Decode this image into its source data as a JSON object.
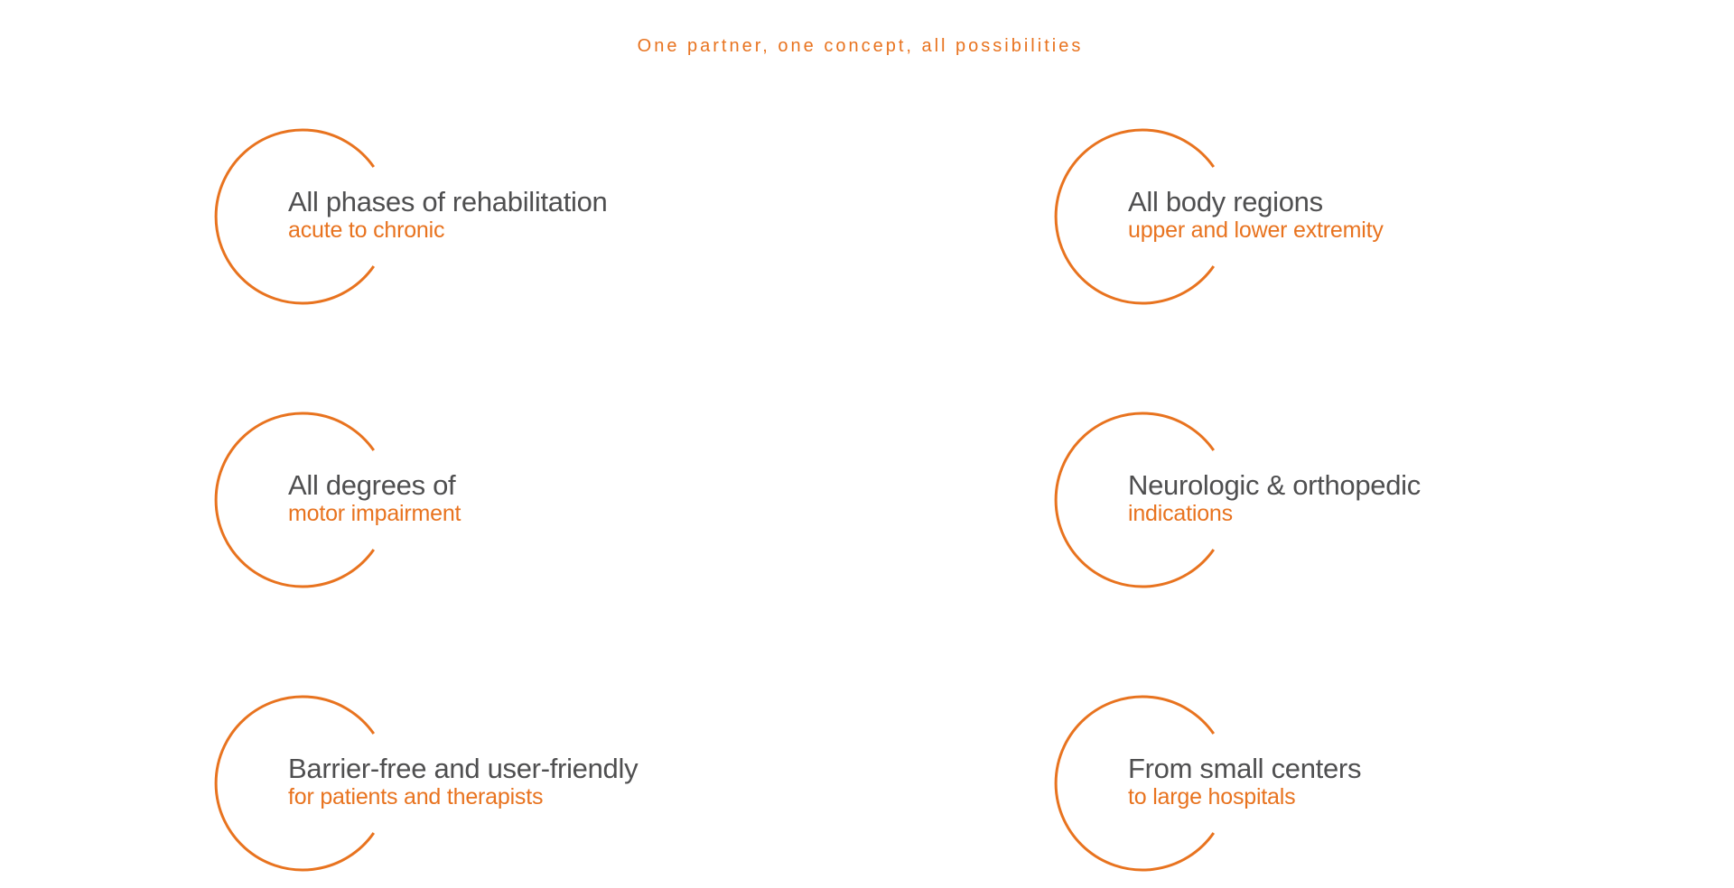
{
  "header": {
    "tagline": "One partner, one concept, all possibilities"
  },
  "colors": {
    "accent": "#e8731f",
    "title": "#4f4f50",
    "background": "#ffffff"
  },
  "features": [
    {
      "title": "All phases of rehabilitation",
      "subtitle": "acute to chronic",
      "icon": "open-circle-icon"
    },
    {
      "title": "All body regions",
      "subtitle": "upper and lower extremity",
      "icon": "open-circle-icon"
    },
    {
      "title": "All degrees of",
      "subtitle": "motor impairment",
      "icon": "open-circle-icon"
    },
    {
      "title": "Neurologic & orthopedic",
      "subtitle": "indications",
      "icon": "open-circle-icon"
    },
    {
      "title": "Barrier-free and user-friendly",
      "subtitle": "for patients and therapists",
      "icon": "open-circle-icon"
    },
    {
      "title": "From small centers",
      "subtitle": "to large hospitals",
      "icon": "open-circle-icon"
    }
  ]
}
